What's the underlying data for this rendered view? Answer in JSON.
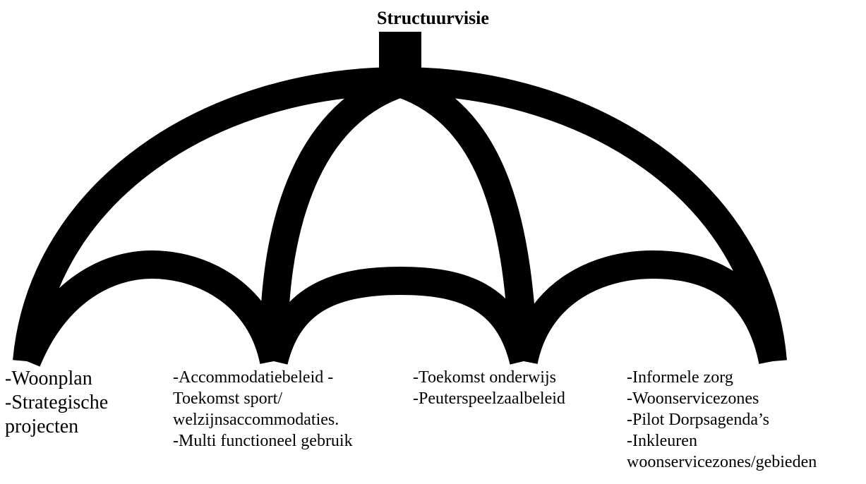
{
  "title": "Structuurvisie",
  "colors": {
    "shape": "#000000",
    "text": "#000000",
    "background": "#ffffff"
  },
  "columns": [
    {
      "lines": [
        "-Woonplan",
        "-Strategische",
        "projecten"
      ]
    },
    {
      "lines": [
        "-Accommodatiebeleid -",
        "Toekomst sport/",
        "welzijnsaccommodaties.",
        "-Multi functioneel gebruik"
      ]
    },
    {
      "lines": [
        "-Toekomst onderwijs",
        "-Peuterspeelzaalbeleid"
      ]
    },
    {
      "lines": [
        "-Informele zorg",
        "-Woonservicezones",
        "-Pilot Dorpsagenda’s",
        "-Inkleuren",
        "woonservicezones/gebieden"
      ]
    }
  ]
}
